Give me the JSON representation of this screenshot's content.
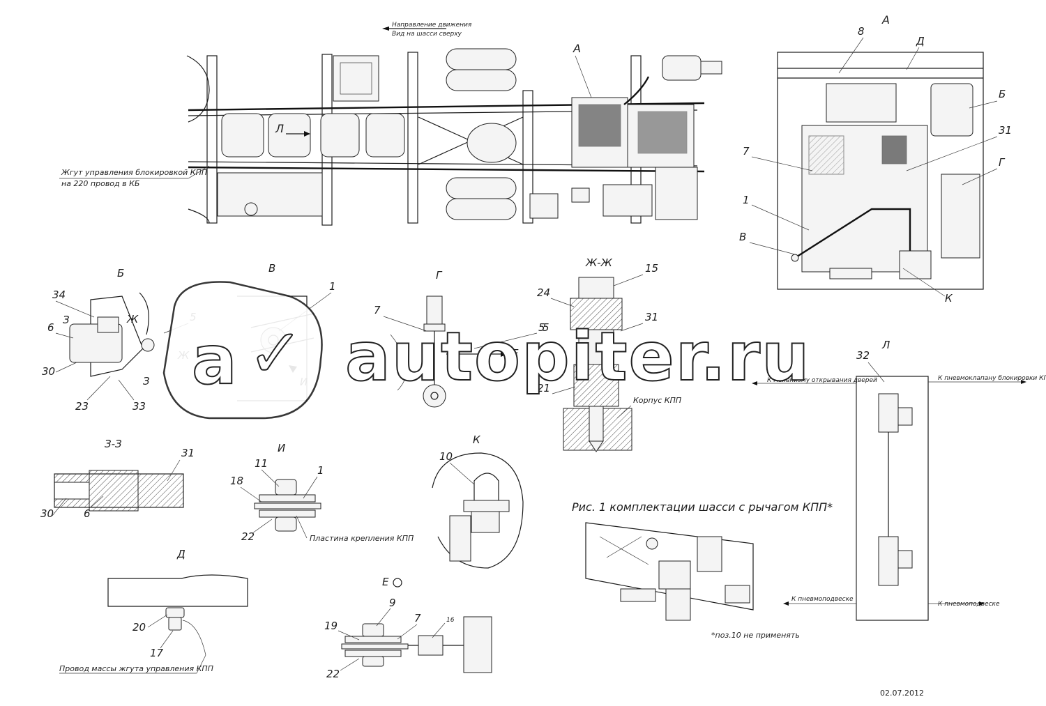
{
  "header": {
    "direction": "Направление движения",
    "view": "Вид на шасси сверху"
  },
  "main_view": {
    "harness_line1": "Жгут управления блокировкой КПП",
    "harness_line2": "на 220 провод в КБ",
    "label_A": "А",
    "label_L": "Л"
  },
  "views": {
    "A": "А",
    "B": "Б",
    "V": "В",
    "G": "Г",
    "ZhZh": "Ж-Ж",
    "ZZ": "З-З",
    "I": "И",
    "K": "К",
    "D": "Д",
    "E": "Е",
    "L": "Л"
  },
  "view_A": {
    "callouts": {
      "n8": "8",
      "D": "Д",
      "B": "Б",
      "n31": "31",
      "n7": "7",
      "G": "Г",
      "n1": "1",
      "V": "В",
      "K": "К"
    }
  },
  "view_B": {
    "callouts": {
      "n34": "34",
      "n3": "З",
      "n6": "6",
      "n30": "30",
      "n23": "23",
      "n33": "33",
      "Zh": "Ж",
      "Zh2": "Ж",
      "Z2": "З",
      "n5": "5"
    }
  },
  "view_V": {
    "callouts": {
      "n1": "1",
      "I": "И"
    }
  },
  "view_G": {
    "callouts": {
      "n7": "7",
      "n5": "5",
      "E": "Е"
    }
  },
  "view_ZhZh": {
    "callouts": {
      "n24": "24",
      "n15": "15",
      "n31": "31",
      "n5": "5",
      "n21": "21"
    },
    "body": "Корпус КПП"
  },
  "view_L": {
    "callouts": {
      "n32": "32"
    },
    "to_door": "К механизму открывания дверей",
    "to_valve": "К пневмоклапану блокировки КПП",
    "to_susp_left": "К пневмоподвеске",
    "to_susp_right": "К пневмоподвеске"
  },
  "view_ZZ": {
    "callouts": {
      "n31": "31",
      "n30": "30",
      "n6": "6"
    }
  },
  "view_I": {
    "callouts": {
      "n11": "11",
      "n1": "1",
      "n18": "18",
      "n22": "22"
    },
    "plate": "Пластина крепления КПП"
  },
  "view_K": {
    "callouts": {
      "n10": "10"
    }
  },
  "fig1": {
    "caption": "Рис. 1  комплектации шасси с рычагом КПП*",
    "note": "*поз.10 не применять"
  },
  "view_D": {
    "callouts": {
      "n20": "20",
      "n17": "17"
    },
    "ground": "Провод массы жгута управления КПП"
  },
  "view_E": {
    "callouts": {
      "n9": "9",
      "n7": "7",
      "n16": "16",
      "n19": "19",
      "n22": "22"
    }
  },
  "watermark": "autopiter.ru",
  "date": "02.07.2012"
}
